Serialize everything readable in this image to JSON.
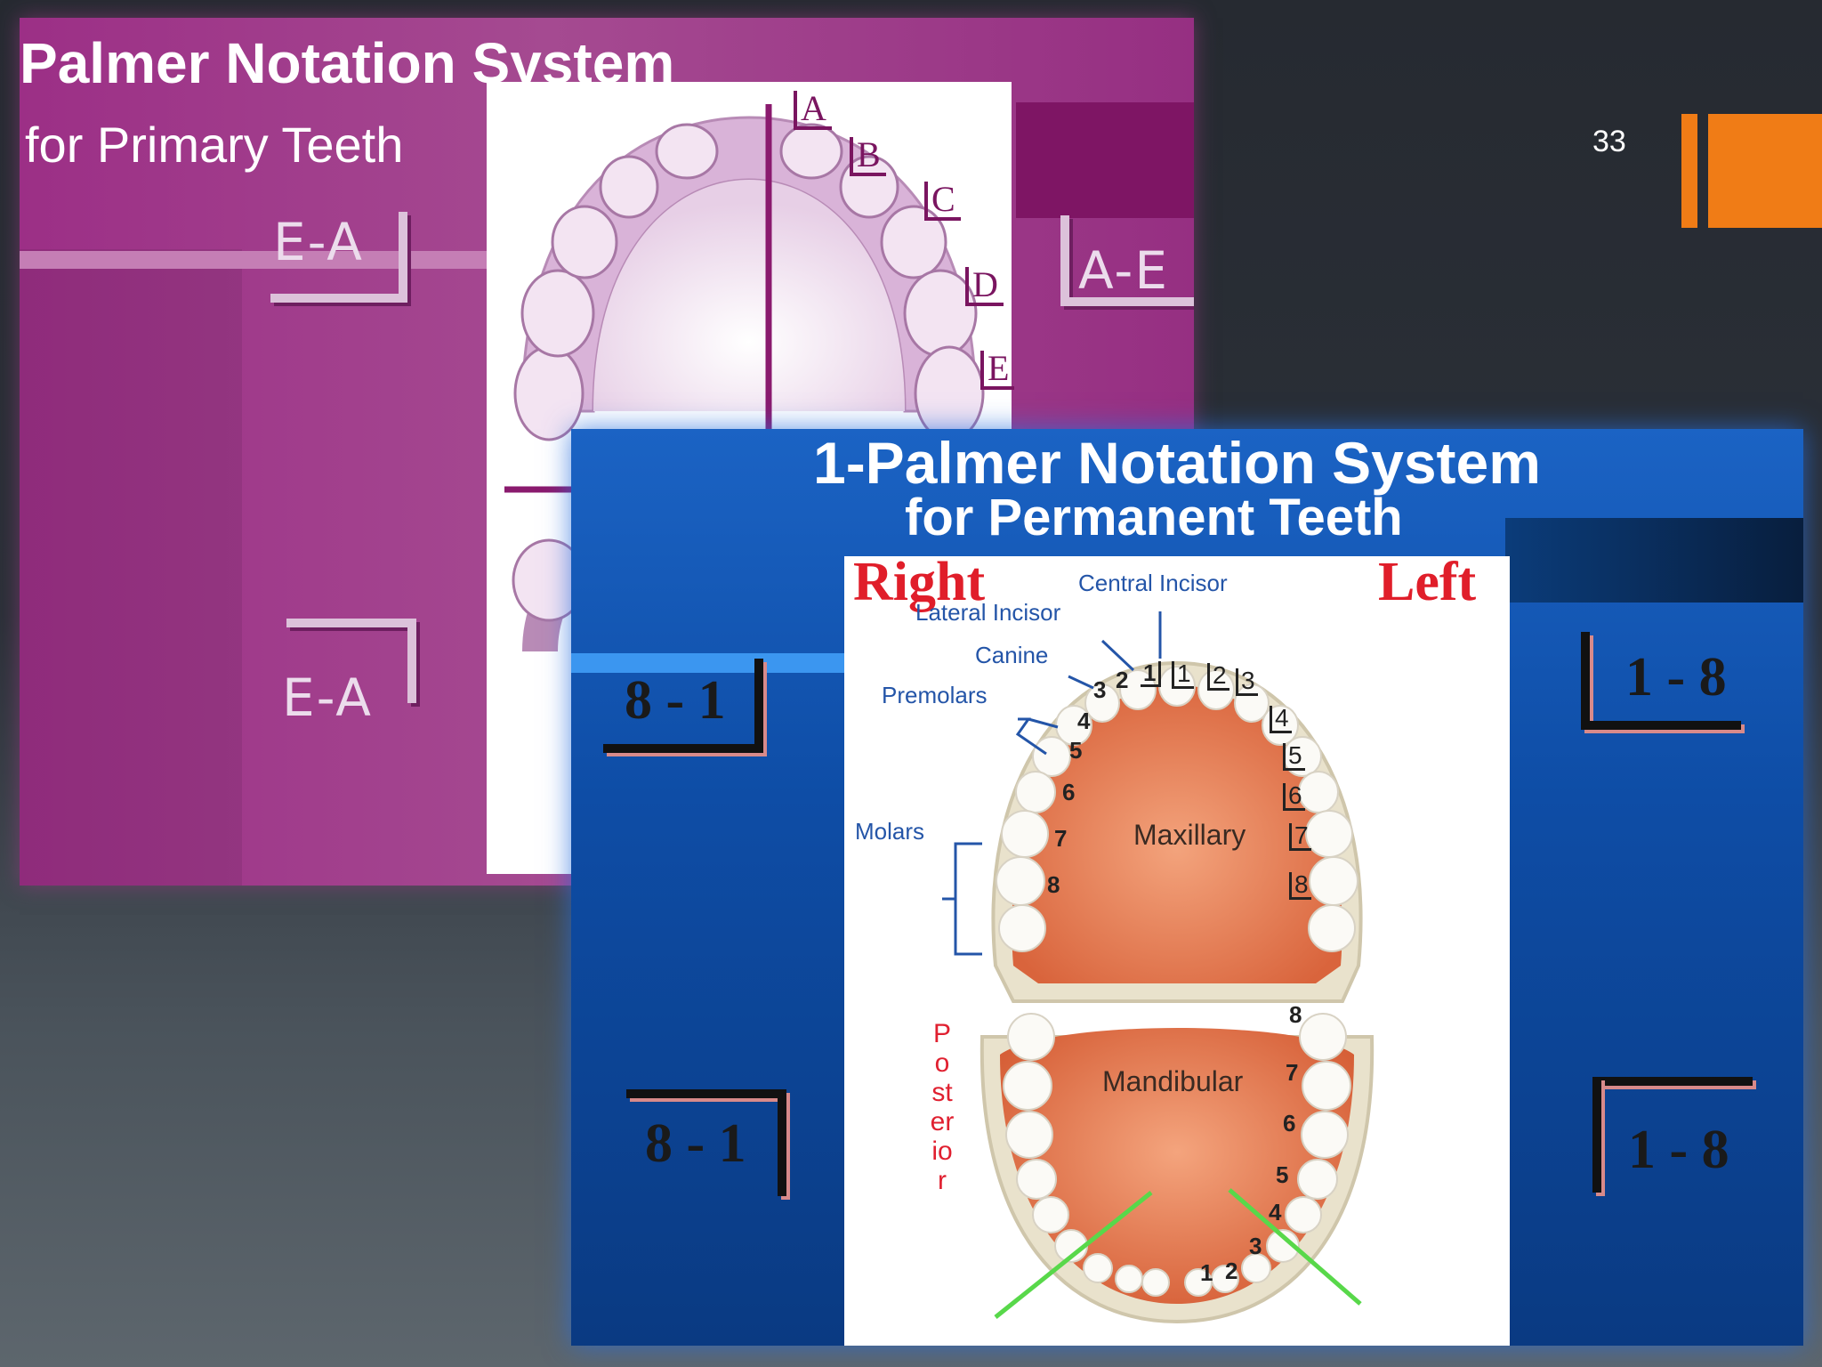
{
  "slide_number": "33",
  "colors": {
    "accent": "#f07c16",
    "primary_bg": "#9c2f86",
    "permanent_bg": "#0e4da6",
    "red_label": "#e01e2a",
    "blue_label": "#2455a8"
  },
  "primary_slide": {
    "title": "Palmer Notation System",
    "subtitle": "for Primary Teeth",
    "upper_right_quadrant": "E-A",
    "upper_left_quadrant": "A-E",
    "lower_right_quadrant": "E-A",
    "tooth_letters": [
      "A",
      "B",
      "C",
      "D",
      "E"
    ]
  },
  "permanent_slide": {
    "title": "1-Palmer Notation System",
    "subtitle": "for Permanent Teeth",
    "upper_right_quadrant": "8 - 1",
    "upper_left_quadrant": "1 - 8",
    "lower_right_quadrant": "8 - 1",
    "lower_left_quadrant": "1 - 8",
    "diagram": {
      "right_label": "Right",
      "left_label": "Left",
      "tooth_types": {
        "central_incisor": "Central Incisor",
        "lateral_incisor": "Lateral Incisor",
        "canine": "Canine",
        "premolars": "Premolars",
        "molars": "Molars"
      },
      "maxillary": "Maxillary",
      "mandibular": "Mandibular",
      "posterior": "Posterior",
      "upper_right_numbers": [
        "1",
        "2",
        "3",
        "4",
        "5",
        "6",
        "7",
        "8"
      ],
      "upper_left_numbers": [
        "1",
        "2",
        "3",
        "4",
        "5",
        "6",
        "7",
        "8"
      ],
      "lower_left_numbers": [
        "1",
        "2",
        "3",
        "4",
        "5",
        "6",
        "7",
        "8"
      ]
    }
  }
}
